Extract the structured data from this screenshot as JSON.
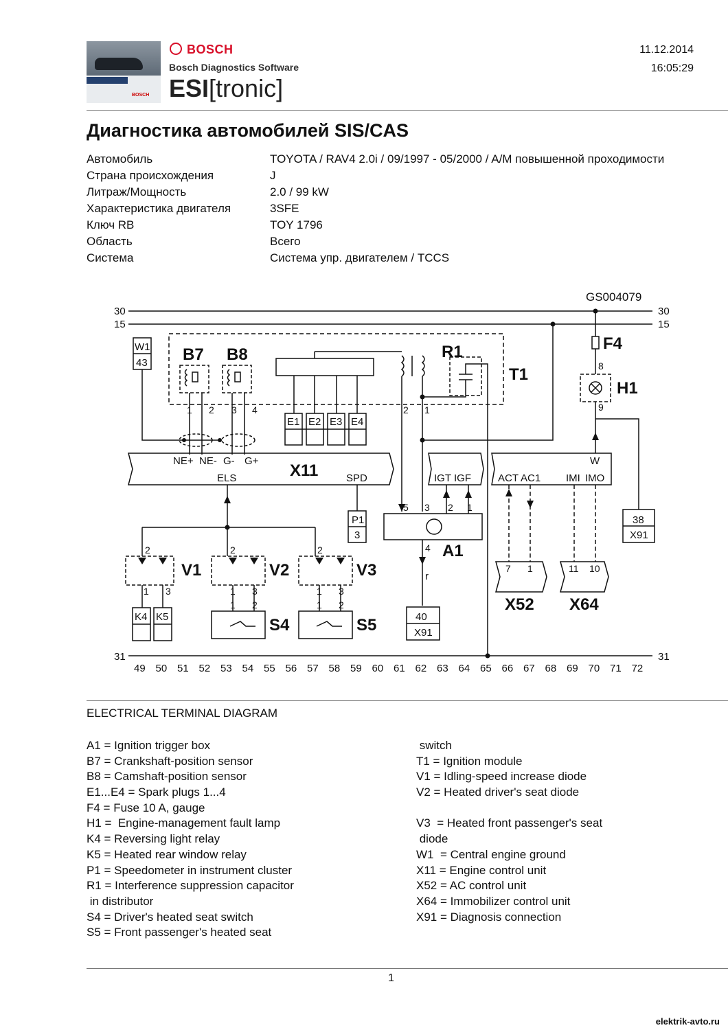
{
  "header": {
    "brand": "BOSCH",
    "software": "Bosch Diagnostics Software",
    "product_bold": "ESI",
    "product_rest": "[tronic]",
    "date": "11.12.2014",
    "time": "16:05:29"
  },
  "title": "Диагностика автомобилей SIS/CAS",
  "meta": [
    {
      "label": "Автомобиль",
      "value": "TOYOTA / RAV4 2.0i / 09/1997 - 05/2000 / A/M повышенной проходимости"
    },
    {
      "label": "Страна происхождения",
      "value": "J"
    },
    {
      "label": "Литраж/Мощность",
      "value": "2.0 / 99 kW"
    },
    {
      "label": "Характеристика двигателя",
      "value": "3SFE"
    },
    {
      "label": "Ключ RB",
      "value": "TOY 1796"
    },
    {
      "label": "Область",
      "value": "Всего"
    },
    {
      "label": "Система",
      "value": "Система упр. двигателем / TCCS"
    }
  ],
  "diagram": {
    "id": "GS004079",
    "rail_30": "30",
    "rail_15": "15",
    "rail_31": "31",
    "components": {
      "W1": "W1",
      "W1_pin": "43",
      "B7": "B7",
      "B8": "B8",
      "R1": "R1",
      "T1": "T1",
      "F4": "F4",
      "H1": "H1",
      "E1": "E1",
      "E2": "E2",
      "E3": "E3",
      "E4": "E4",
      "X11": "X11",
      "A1": "A1",
      "P1": "P1",
      "P1_pin": "3",
      "V1": "V1",
      "V2": "V2",
      "V3": "V3",
      "S4": "S4",
      "S5": "S5",
      "K4": "K4",
      "K5": "K5",
      "X52": "X52",
      "X64": "X64",
      "X91_a_pin": "40",
      "X91_b_pin": "38",
      "X91": "X91"
    },
    "x11_pins": {
      "ne_plus": "NE+",
      "ne_minus": "NE-",
      "g_minus": "G-",
      "g_plus": "G+",
      "els": "ELS",
      "spd": "SPD"
    },
    "igt_pins": {
      "igt": "IGT",
      "igf": "IGF"
    },
    "right_pins": {
      "act": "ACT",
      "ac1": "AC1",
      "imi": "IMI",
      "imo": "IMO",
      "w": "W"
    },
    "wire_r": "r",
    "grid_numbers": [
      "49",
      "50",
      "51",
      "52",
      "53",
      "54",
      "55",
      "56",
      "57",
      "58",
      "59",
      "60",
      "61",
      "62",
      "63",
      "64",
      "65",
      "66",
      "67",
      "68",
      "69",
      "70",
      "71",
      "72"
    ]
  },
  "legend": {
    "title": "ELECTRICAL TERMINAL DIAGRAM",
    "left": [
      "A1 = Ignition trigger box",
      "B7 = Crankshaft-position sensor",
      "B8 = Camshaft-position sensor",
      "E1...E4 = Spark plugs 1...4",
      "F4 = Fuse 10 A, gauge",
      "H1 =  Engine-management fault lamp",
      "K4 = Reversing light relay",
      "K5 = Heated rear window relay",
      "P1 = Speedometer in instrument cluster",
      "R1 = Interference suppression capacitor",
      " in distributor",
      "S4 = Driver's heated seat switch",
      "S5 = Front passenger's heated seat"
    ],
    "right": [
      " switch",
      "T1 = Ignition module",
      "V1 = Idling-speed increase diode",
      "V2 = Heated driver's seat diode",
      "",
      "V3  = Heated front passenger's seat",
      " diode",
      "W1  = Central engine ground",
      "X11 = Engine control unit",
      "X52 = AC control unit",
      "X64 = Immobilizer control unit",
      "X91 = Diagnosis connection"
    ]
  },
  "footer": {
    "page": "1",
    "watermark": "elektrik-avto.ru"
  }
}
